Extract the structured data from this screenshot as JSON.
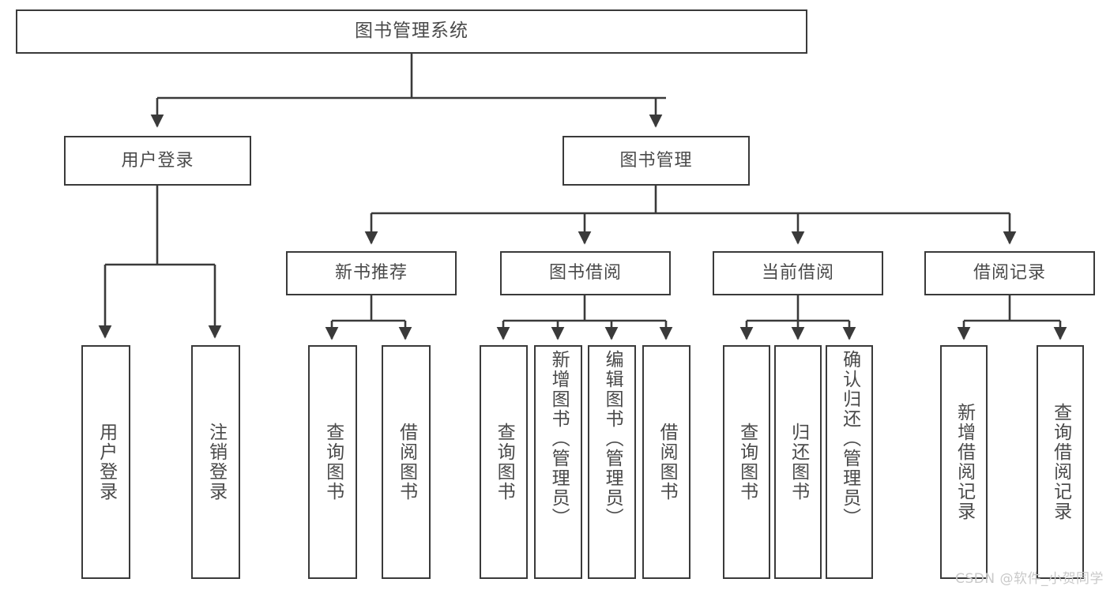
{
  "diagram": {
    "title": "图书管理系统",
    "watermark": "CSDN @软件_小贺同学",
    "colors": {
      "border": "#3a3a3a",
      "text": "#4a4a4a",
      "background": "#ffffff",
      "watermark": "#c9c9c9"
    },
    "root": {
      "label": "图书管理系统"
    },
    "level2": [
      {
        "label": "用户登录"
      },
      {
        "label": "图书管理"
      }
    ],
    "level3": [
      {
        "label": "新书推荐"
      },
      {
        "label": "图书借阅"
      },
      {
        "label": "当前借阅"
      },
      {
        "label": "借阅记录"
      }
    ],
    "leaves": {
      "user_login": [
        {
          "label": "用户登录"
        },
        {
          "label": "注销登录"
        }
      ],
      "new_book": [
        {
          "label": "查询图书"
        },
        {
          "label": "借阅图书"
        }
      ],
      "borrow": [
        {
          "label": "查询图书"
        },
        {
          "label": "新增图书（管理员）"
        },
        {
          "label": "编辑图书（管理员）"
        },
        {
          "label": "借阅图书"
        }
      ],
      "current": [
        {
          "label": "查询图书"
        },
        {
          "label": "归还图书"
        },
        {
          "label": "确认归还（管理员）"
        }
      ],
      "records": [
        {
          "label": "新增借阅记录"
        },
        {
          "label": "查询借阅记录"
        }
      ]
    }
  }
}
